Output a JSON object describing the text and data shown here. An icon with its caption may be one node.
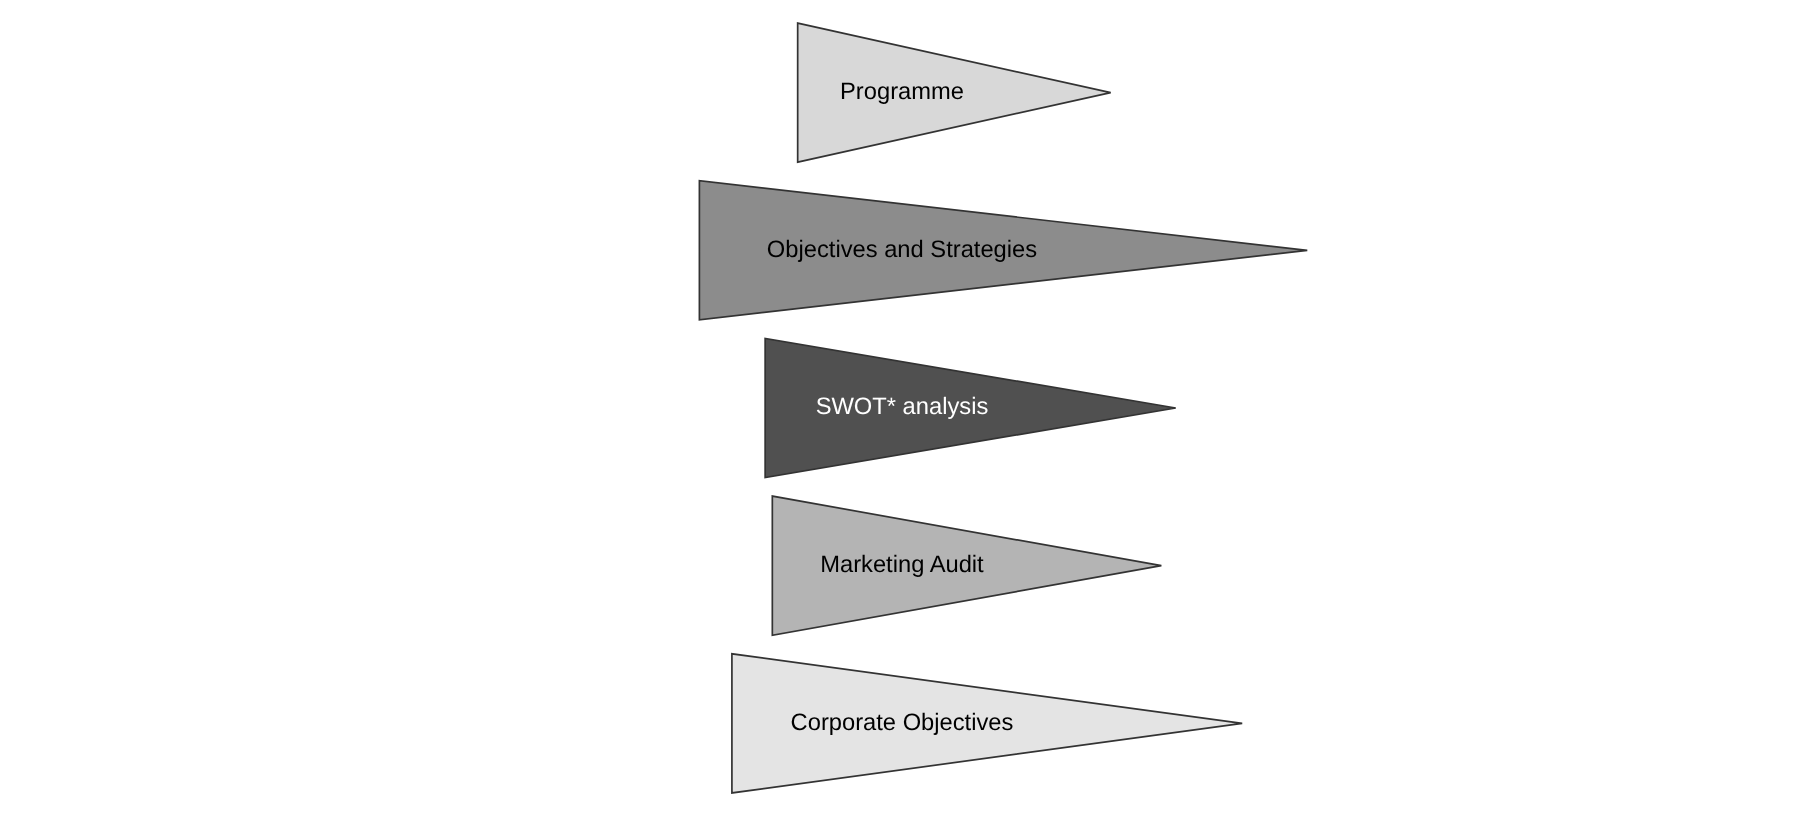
{
  "diagram": {
    "nodes": [
      {
        "text": [
          "Corporate Objectives"
        ]
      },
      {
        "text": [
          "Marketing Audit"
        ]
      },
      {
        "text": [
          "SWOT* analysis"
        ]
      },
      {
        "text": [
          "Objectives and Strategies"
        ]
      },
      {
        "text": [
          "Programme"
        ]
      }
    ]
  }
}
